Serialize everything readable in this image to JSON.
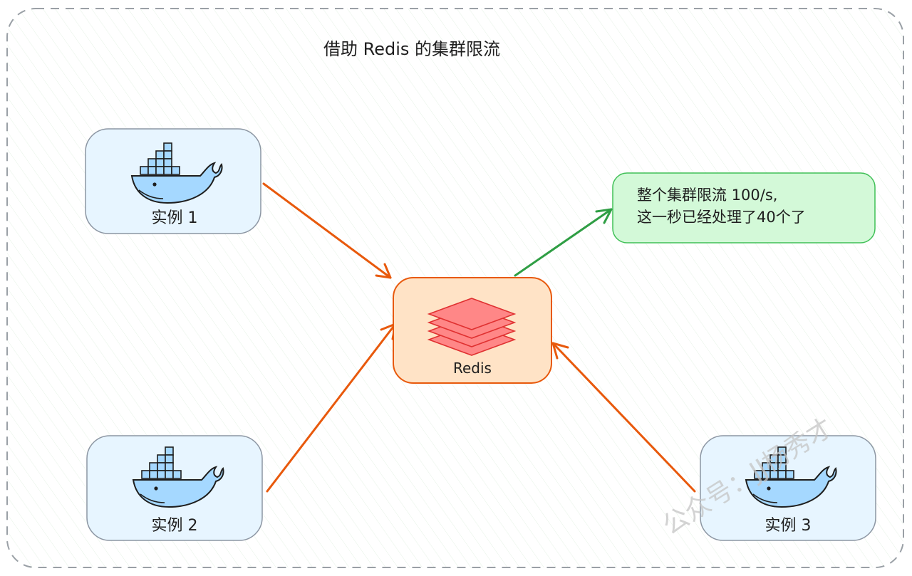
{
  "title": "借助 Redis 的集群限流",
  "redis": {
    "label": "Redis"
  },
  "instances": [
    {
      "label": "实例 1"
    },
    {
      "label": "实例 2"
    },
    {
      "label": "实例 3"
    }
  ],
  "note": {
    "line1": "整个集群限流 100/s,",
    "line2": "这一秒已经处理了40个了"
  },
  "watermark": "公众号：JJ杨秀才",
  "colors": {
    "frame": "#9aa0a6",
    "instance_fill": "#e7f5ff",
    "instance_stroke": "#8c96a3",
    "redis_fill": "#ffe3c6",
    "redis_stroke": "#e8590c",
    "note_fill": "#d3f9d8",
    "note_stroke": "#40c057",
    "arrow_orange": "#e8590c",
    "arrow_green": "#2f9e44",
    "whale": "#a5d8ff",
    "stack": "#ff8787"
  }
}
